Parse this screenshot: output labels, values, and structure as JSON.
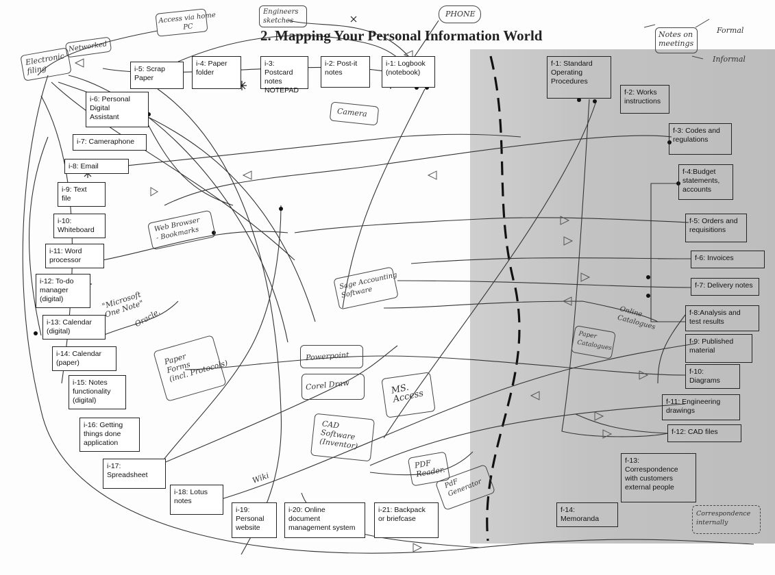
{
  "title": "2. Mapping Your Personal Information World",
  "colors": {
    "paper": "#fdfdfd",
    "shade": "#c4c4c4",
    "ink": "#222222"
  },
  "i_boxes": [
    {
      "id": "i-5",
      "text": "i-5: Scrap\nPaper"
    },
    {
      "id": "i-4",
      "text": "i-4: Paper\nfolder"
    },
    {
      "id": "i-3",
      "text": "i-3: Postcard\nnotes\nNOTEPAD"
    },
    {
      "id": "i-2",
      "text": "i-2: Post-it\nnotes"
    },
    {
      "id": "i-1",
      "text": "i-1: Logbook\n(notebook)"
    },
    {
      "id": "i-6",
      "text": "i-6: Personal\nDigital\nAssistant"
    },
    {
      "id": "i-7",
      "text": "i-7: Cameraphone"
    },
    {
      "id": "i-8",
      "text": "i-8: Email"
    },
    {
      "id": "i-9",
      "text": "i-9: Text\nfile"
    },
    {
      "id": "i-10",
      "text": "i-10:\nWhiteboard"
    },
    {
      "id": "i-11",
      "text": "i-11: Word\nprocessor"
    },
    {
      "id": "i-12",
      "text": "i-12: To-do\nmanager\n(digital)"
    },
    {
      "id": "i-13",
      "text": "i-13: Calendar\n(digital)"
    },
    {
      "id": "i-14",
      "text": "i-14: Calendar\n(paper)"
    },
    {
      "id": "i-15",
      "text": "i-15: Notes\nfunctionality\n(digital)"
    },
    {
      "id": "i-16",
      "text": "i-16: Getting\nthings done\napplication"
    },
    {
      "id": "i-17",
      "text": "i-17:\nSpreadsheet"
    },
    {
      "id": "i-18",
      "text": "i-18: Lotus\nnotes"
    },
    {
      "id": "i-19",
      "text": "i-19:\nPersonal\nwebsite"
    },
    {
      "id": "i-20",
      "text": "i-20: Online\ndocument\nmanagement system"
    },
    {
      "id": "i-21",
      "text": "i-21: Backpack\nor briefcase"
    }
  ],
  "f_boxes": [
    {
      "id": "f-1",
      "text": "f-1: Standard\nOperating\nProcedures"
    },
    {
      "id": "f-2",
      "text": "f-2: Works\ninstructions"
    },
    {
      "id": "f-3",
      "text": "f-3: Codes and\nregulations"
    },
    {
      "id": "f-4",
      "text": "f-4:Budget\nstatements,\naccounts"
    },
    {
      "id": "f-5",
      "text": "f-5: Orders and\nrequisitions"
    },
    {
      "id": "f-6",
      "text": "f-6: Invoices"
    },
    {
      "id": "f-7",
      "text": "f-7: Delivery notes"
    },
    {
      "id": "f-8",
      "text": "f-8:Analysis and\ntest results"
    },
    {
      "id": "f-9",
      "text": "f-9: Published\nmaterial"
    },
    {
      "id": "f-10",
      "text": "f-10:\nDiagrams"
    },
    {
      "id": "f-11",
      "text": "f-11: Engineering\ndrawings"
    },
    {
      "id": "f-12",
      "text": "f-12: CAD files"
    },
    {
      "id": "f-13",
      "text": "f-13:\nCorrespondence\nwith customers\nexternal people"
    },
    {
      "id": "f-14",
      "text": "f-14:\nMemoranda"
    }
  ],
  "handwritten": {
    "electronic_filing": "Electronic\nfiling",
    "networked": "Networked",
    "access_home_pc": "Access via home\nPC",
    "engineers_sketches": "Engineers\nsketches",
    "phone": "PHONE",
    "notes_on_meetings": "Notes on\nmeetings",
    "formal": "Formal",
    "informal": "Informal",
    "camera": "Camera",
    "web_browser": "Web Browser\n- Bookmarks",
    "microsoft_onenote": "\"Microsoft\nOne Note\"",
    "oracle": "Oracle.",
    "sage": "Sage Accounting\nSoftware",
    "online_catalogues": "Online\nCatalogues",
    "paper_catalogues": "Paper\nCatalogues",
    "powerpoint": "Powerpoint",
    "corel_draw": "Corel Draw",
    "ms_access": "MS.\nAccess",
    "paper_forms": "Paper\nForms\n(incl. Protocols)",
    "cad_software": "CAD\nSoftware\n(Inventor)",
    "pdf_reader": "PDF\nReader.",
    "pdf_generator": "PdF\nGenerator",
    "wiki": "Wiki",
    "correspondence_internally": "Correspondence\ninternally"
  }
}
